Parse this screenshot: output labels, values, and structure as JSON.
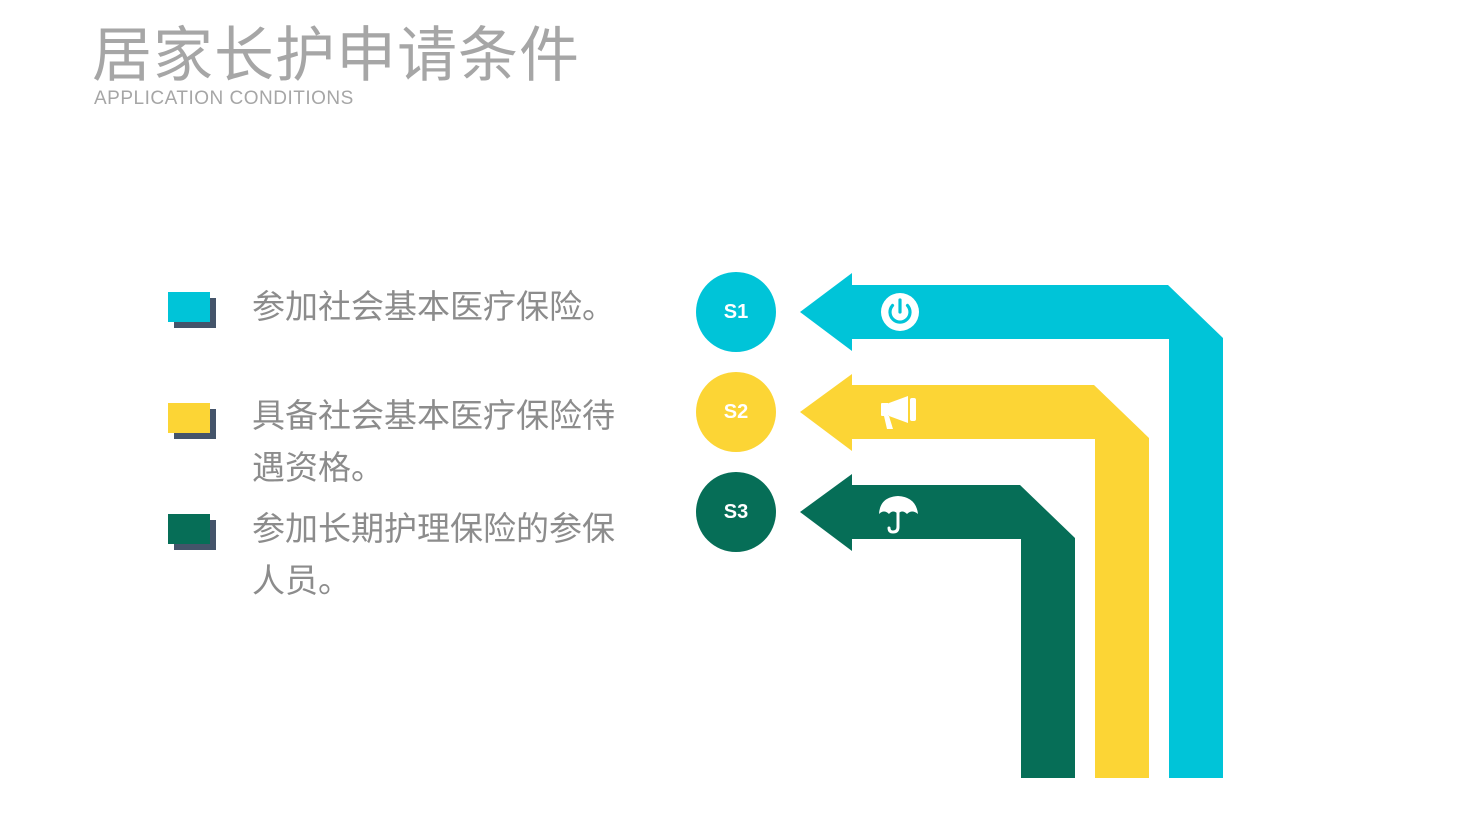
{
  "header": {
    "title": "居家长护申请条件",
    "subtitle": "APPLICATION CONDITIONS"
  },
  "colors": {
    "cyan": "#00c4d8",
    "yellow": "#fcd535",
    "green": "#066e57",
    "text_gray": "#8c8c8c",
    "shadow": "#44546a"
  },
  "conditions": [
    {
      "text": "参加社会基本医疗保险。"
    },
    {
      "text": "具备社会基本医疗保险待遇资格。"
    },
    {
      "text": "参加长期护理保险的参保人员。"
    }
  ],
  "steps": [
    {
      "label": "S1",
      "icon": "power-icon"
    },
    {
      "label": "S2",
      "icon": "megaphone-icon"
    },
    {
      "label": "S3",
      "icon": "umbrella-icon"
    }
  ]
}
